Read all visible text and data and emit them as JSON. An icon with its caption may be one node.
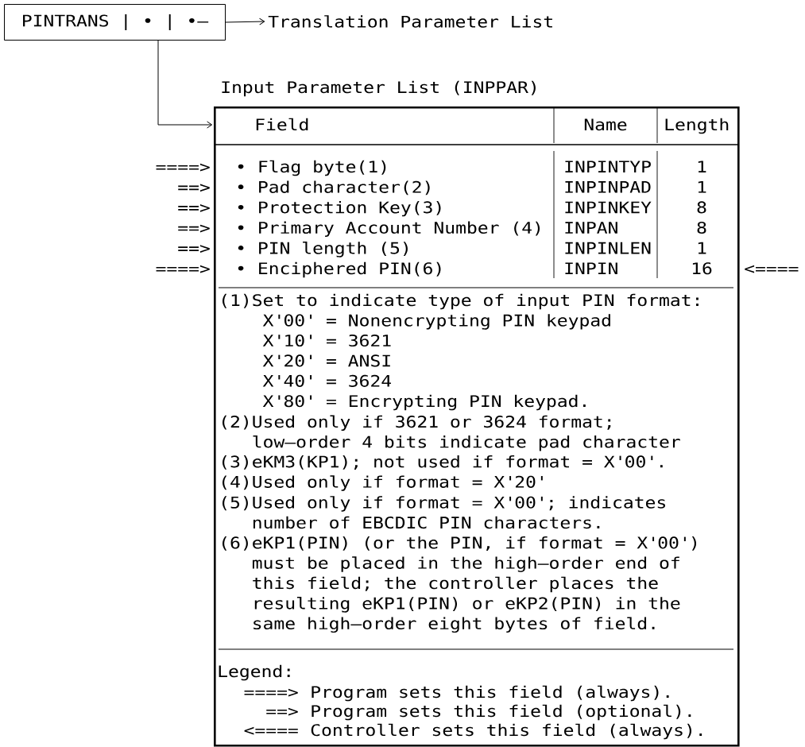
{
  "diagram": {
    "nodes": [
      {
        "text": [
          "PINTRANS | • | •–"
        ]
      },
      {
        "text": [
          "Translation Parameter List"
        ]
      },
      {
        "text": [
          "Input Parameter List (INPPAR)"
        ]
      }
    ],
    "edges": [
      {
        "from": 0,
        "to": 1,
        "arrow": "to"
      },
      {
        "from": 0,
        "to": 2,
        "arrow": "to"
      }
    ],
    "labels": [
      "Field",
      "Name",
      "Length",
      "====>",
      "• Flag byte(1)",
      "INPINTYP",
      "1",
      "==>",
      "• Pad character(2)",
      "INPINPAD",
      "1",
      "==>",
      "• Protection Key(3)",
      "INPINKEY",
      "8",
      "==>",
      "• Primary Account Number (4)",
      "INPAN",
      "8",
      "==>",
      "• PIN length (5)",
      "INPINLEN",
      "1",
      "====>",
      "• Enciphered PIN(6)",
      "INPIN",
      "16",
      "<====",
      "(1)Set to indicate type of input PIN format:",
      "X'00' = Nonencrypting PIN keypad",
      "X'10' = 3621",
      "X'20' = ANSI",
      "X'40' = 3624",
      "X'80' = Encrypting PIN keypad.",
      "(2)Used only if 3621 or 3624 format; low–order 4 bits indicate pad character",
      "(3)eKM3(KP1); not used if format = X'00'.",
      "(4)Used only if format = X'20'",
      "(5)Used only if format = X'00'; indicates number of EBCDIC PIN characters.",
      "(6)eKP1(PIN) (or the PIN, if format = X'00') must be placed in the high–order end of this field; the controller places the resulting eKP1(PIN) or eKP2(PIN) in the same high–order eight bytes of field.",
      "Legend:",
      "====>",
      "Program sets this field (always).",
      "==>",
      "Program sets this field (optional).",
      "<====",
      "Controller sets this field (always)."
    ]
  }
}
